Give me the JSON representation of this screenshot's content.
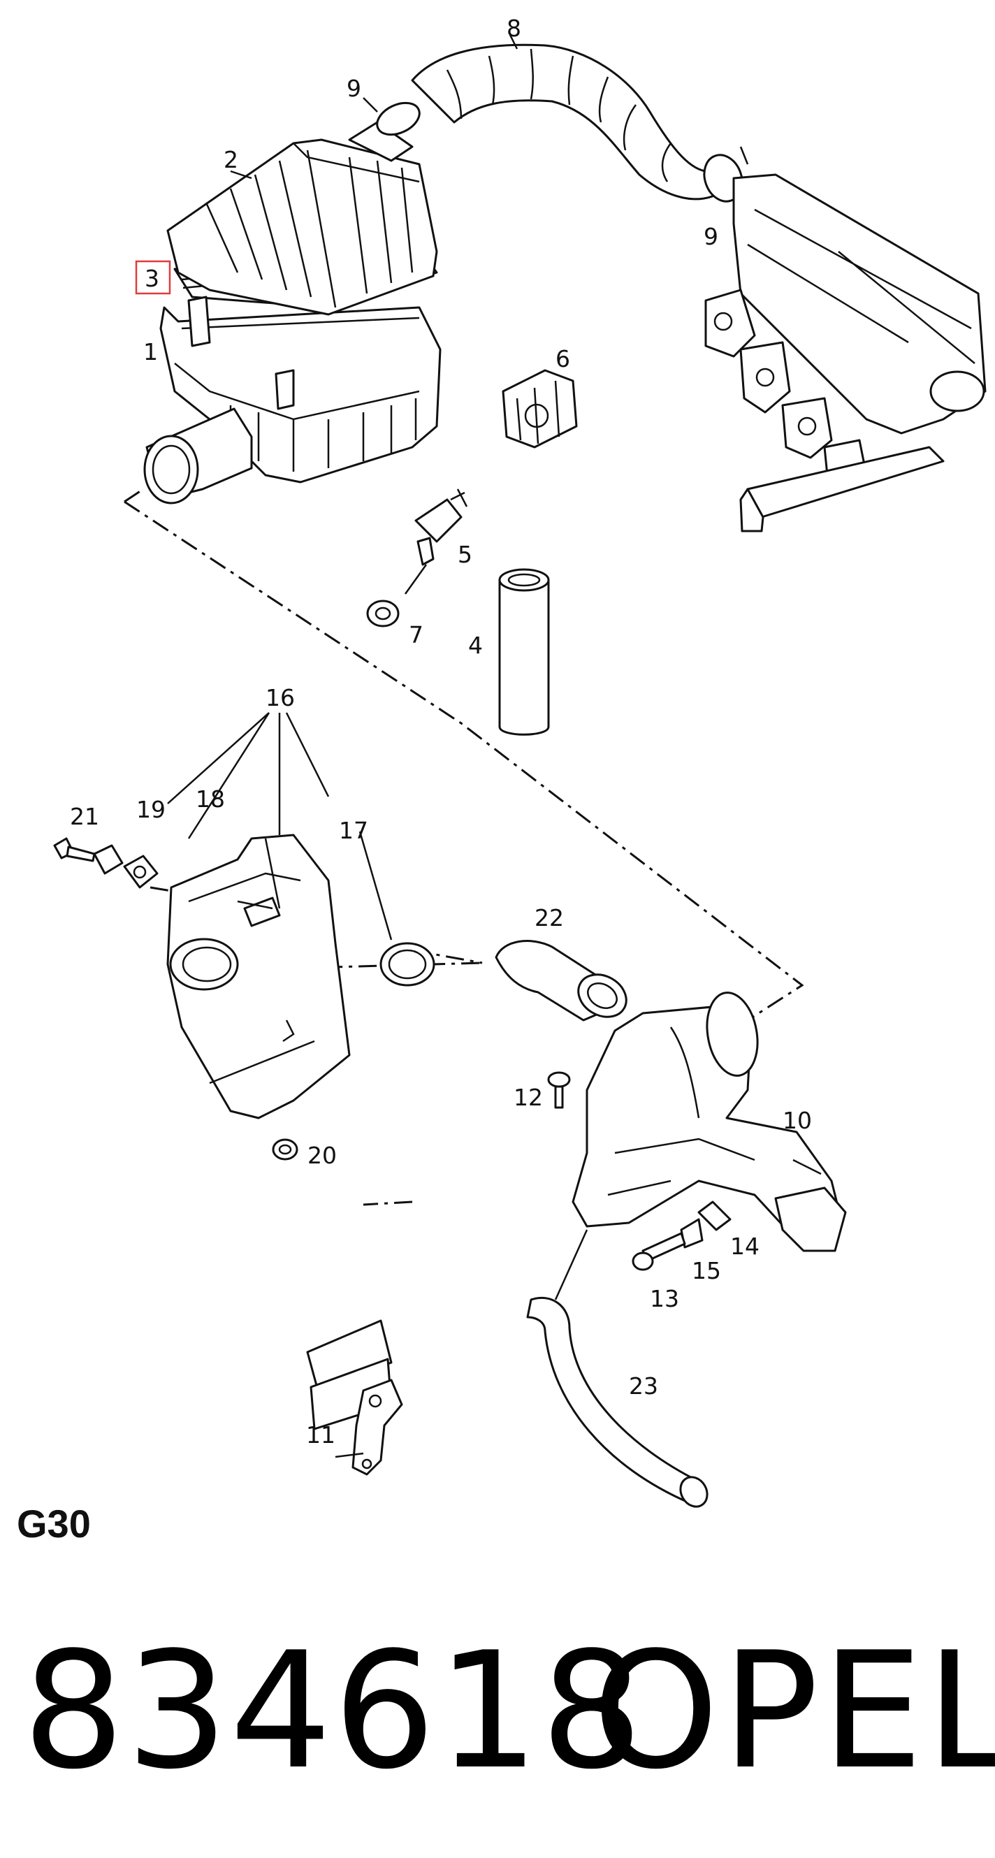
{
  "diagram": {
    "callouts": {
      "c1": "1",
      "c2": "2",
      "c3": "3",
      "c4": "4",
      "c5": "5",
      "c6": "6",
      "c7": "7",
      "c8": "8",
      "c9a": "9",
      "c9b": "9",
      "c10": "10",
      "c11": "11",
      "c12": "12",
      "c13": "13",
      "c14": "14",
      "c15": "15",
      "c16": "16",
      "c17": "17",
      "c18": "18",
      "c19": "19",
      "c20": "20",
      "c21": "21",
      "c22": "22",
      "c23": "23"
    },
    "highlighted_callout": "3",
    "highlight_color": "#e23b3b"
  },
  "footer": {
    "group_code": "G30",
    "part_number": "834618",
    "brand": "OPEL"
  }
}
